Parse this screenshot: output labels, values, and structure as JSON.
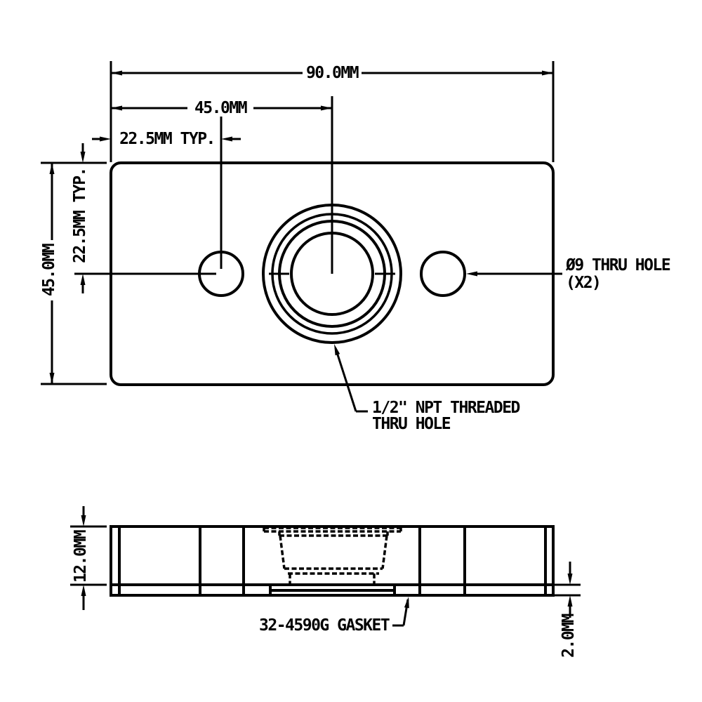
{
  "drawing": {
    "top_view": {
      "dim_total_width": "90.0MM",
      "dim_center_offset": "45.0MM",
      "dim_hole_spacing_horizontal": "22.5MM TYP.",
      "dim_total_height": "45.0MM",
      "dim_hole_spacing_vertical": "22.5MM TYP.",
      "note_thru_hole_line1": "Ø9 THRU HOLE",
      "note_thru_hole_line2": "(X2)",
      "note_npt_line1": "1/2\" NPT THREADED",
      "note_npt_line2": "THRU HOLE"
    },
    "side_view": {
      "dim_plate_thickness": "12.0MM",
      "dim_gasket_thickness": "2.0MM",
      "note_gasket": "32-4590G GASKET"
    },
    "colors": {
      "line": "#000000",
      "background": "#ffffff"
    }
  }
}
